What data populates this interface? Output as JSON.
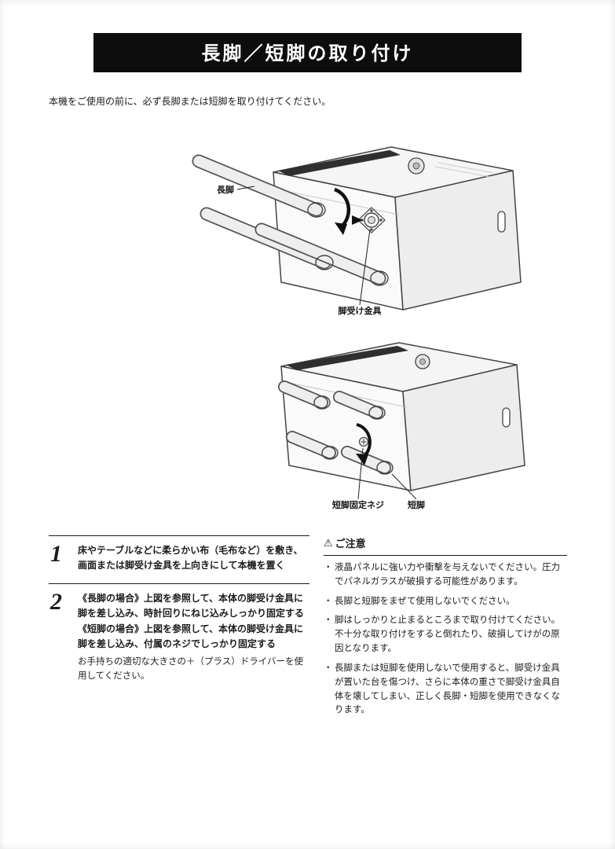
{
  "page": {
    "title": "長脚／短脚の取り付け",
    "intro": "本機をご使用の前に、必ず長脚または短脚を取り付けてください。"
  },
  "diagram_top": {
    "label_long_leg": "長脚",
    "label_bracket": "脚受け金具"
  },
  "diagram_bottom": {
    "label_screw": "短脚固定ネジ",
    "label_short_leg": "短脚"
  },
  "steps": [
    {
      "number": "1",
      "text": "床やテーブルなどに柔らかい布（毛布など）を敷き、画面または脚受け金具を上向きにして本機を置く"
    },
    {
      "number": "2",
      "text_long": "《長脚の場合》上図を参照して、本体の脚受け金具に脚を差し込み、時計回りにねじ込みしっかり固定する",
      "text_short": "《短脚の場合》上図を参照して、本体の脚受け金具に脚を差し込み、付属のネジでしっかり固定する",
      "note": "お手持ちの適切な大きさの＋（プラス）ドライバーを使用してください。"
    }
  ],
  "caution": {
    "warning_icon": "⚠",
    "title": "ご注意",
    "bullet": "・",
    "items": [
      "液晶パネルに強い力や衝撃を与えないでください。圧力でパネルガラスが破損する可能性があります。",
      "長脚と短脚をまぜて使用しないでください。",
      "脚はしっかりと止まるところまで取り付けてください。不十分な取り付けをすると倒れたり、破損してけがの原因となります。",
      "長脚または短脚を使用しないで使用すると、脚受け金具が置いた台を傷つけ、さらに本体の重さで脚受け金具自体を壊してしまい、正しく長脚・短脚を使用できなくなります。"
    ]
  }
}
